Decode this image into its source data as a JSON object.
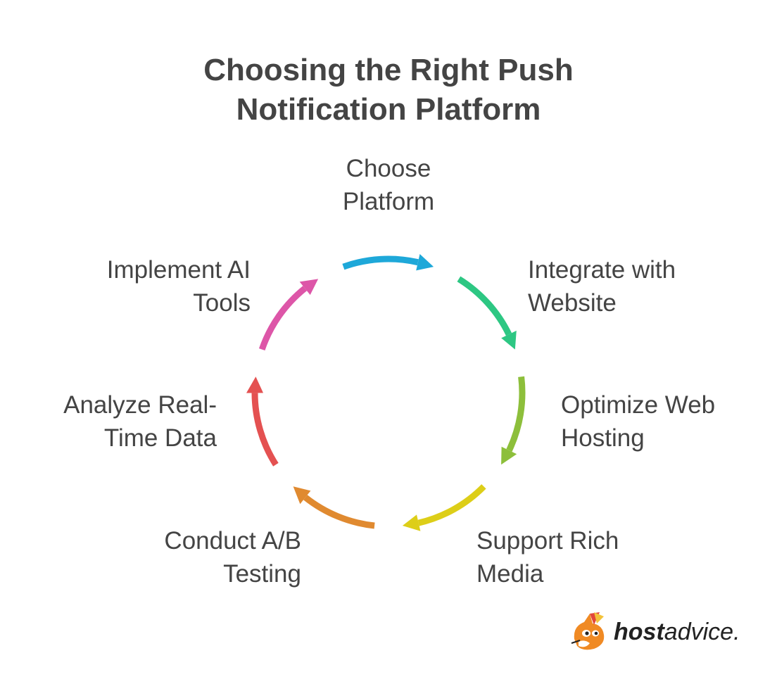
{
  "title": {
    "line1": "Choosing the Right Push",
    "line2": "Notification Platform"
  },
  "steps": [
    {
      "line1": "Choose",
      "line2": "Platform",
      "color": "#1EA8D9"
    },
    {
      "line1": "Integrate with",
      "line2": "Website",
      "color": "#2DC783"
    },
    {
      "line1": "Optimize Web",
      "line2": "Hosting",
      "color": "#8DBF3B"
    },
    {
      "line1": "Support Rich",
      "line2": "Media",
      "color": "#DDCE18"
    },
    {
      "line1": "Conduct A/B",
      "line2": "Testing",
      "color": "#E08A30"
    },
    {
      "line1": "Analyze Real-",
      "line2": "Time Data",
      "color": "#E45151"
    },
    {
      "line1": "Implement AI",
      "line2": "Tools",
      "color": "#DD56A8"
    }
  ],
  "logo": {
    "brand_bold": "host",
    "brand_light": "advice."
  }
}
